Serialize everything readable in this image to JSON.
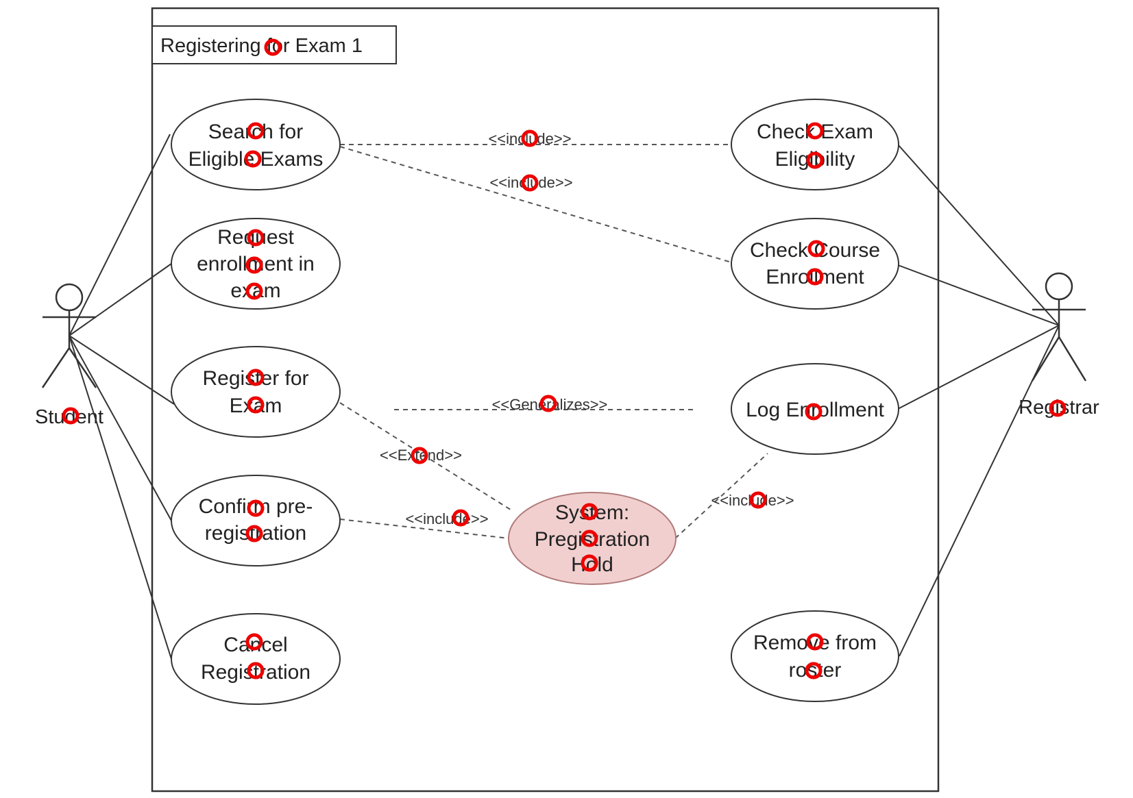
{
  "boundary": {
    "title": "Registering for Exam 1"
  },
  "actors": {
    "student": {
      "name": "Student"
    },
    "registrar": {
      "name": "Registrar"
    }
  },
  "use_cases": {
    "search": {
      "lines": [
        "Search for",
        "Eligible Exams"
      ]
    },
    "request": {
      "lines": [
        "Request",
        "enrollment in",
        "exam"
      ]
    },
    "register": {
      "lines": [
        "Register for",
        "Exam"
      ]
    },
    "confirm": {
      "lines": [
        "Confirm pre-",
        "registration"
      ]
    },
    "cancel": {
      "lines": [
        "Cancel",
        "Registration"
      ]
    },
    "check_exam": {
      "lines": [
        "Check Exam",
        "Eligibility"
      ]
    },
    "check_course": {
      "lines": [
        "Check Course",
        "Enrollment"
      ]
    },
    "log": {
      "lines": [
        "Log Enrollment"
      ]
    },
    "remove": {
      "lines": [
        "Remove from",
        "roster"
      ]
    },
    "hold": {
      "lines": [
        "System:",
        "Pregistration",
        "Hold"
      ]
    }
  },
  "relations": {
    "include_1": "<<include>>",
    "include_2": "<<include>>",
    "generalizes": "<<Generalizes>>",
    "extend": "<<Extend>>",
    "include_3": "<<include>>",
    "include_4": "<<include>>"
  },
  "colors": {
    "line": "#333333",
    "dashed": "#555555",
    "hold_fill": "#f2cfcf",
    "hold_stroke": "#b07a7a",
    "marker": "#ee0000"
  }
}
